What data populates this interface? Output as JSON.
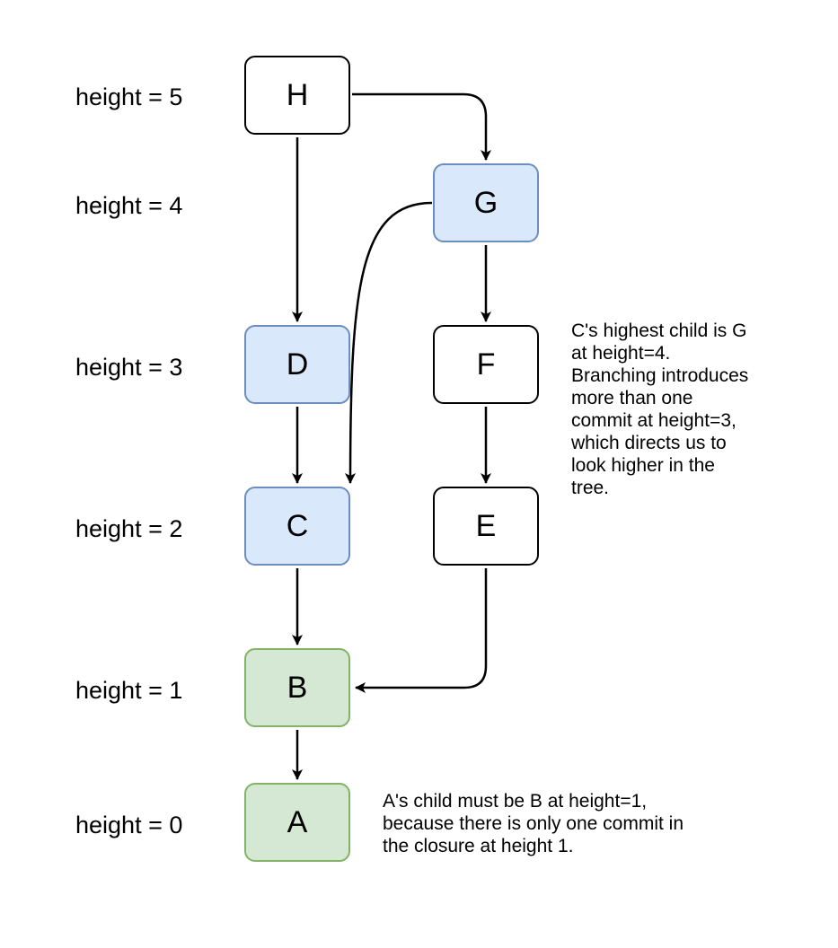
{
  "height_labels": [
    "height = 5",
    "height = 4",
    "height = 3",
    "height = 2",
    "height = 1",
    "height = 0"
  ],
  "nodes": {
    "H": {
      "label": "H",
      "fill": "#ffffff",
      "stroke": "#000000"
    },
    "G": {
      "label": "G",
      "fill": "#dae8fc",
      "stroke": "#6c8ebf"
    },
    "D": {
      "label": "D",
      "fill": "#dae8fc",
      "stroke": "#6c8ebf"
    },
    "F": {
      "label": "F",
      "fill": "#ffffff",
      "stroke": "#000000"
    },
    "C": {
      "label": "C",
      "fill": "#dae8fc",
      "stroke": "#6c8ebf"
    },
    "E": {
      "label": "E",
      "fill": "#ffffff",
      "stroke": "#000000"
    },
    "B": {
      "label": "B",
      "fill": "#d5e8d4",
      "stroke": "#82b366"
    },
    "A": {
      "label": "A",
      "fill": "#d5e8d4",
      "stroke": "#82b366"
    }
  },
  "edges": [
    {
      "from": "H",
      "to": "G"
    },
    {
      "from": "H",
      "to": "D"
    },
    {
      "from": "G",
      "to": "F"
    },
    {
      "from": "G",
      "to": "C"
    },
    {
      "from": "D",
      "to": "C"
    },
    {
      "from": "F",
      "to": "E"
    },
    {
      "from": "C",
      "to": "B"
    },
    {
      "from": "E",
      "to": "B"
    },
    {
      "from": "B",
      "to": "A"
    }
  ],
  "notes": {
    "c_note": "C's highest child is G\nat height=4.\nBranching introduces\nmore than one\ncommit at height=3,\nwhich directs us to\nlook higher in the\ntree.",
    "a_note": "A's child must be B at height=1,\nbecause there is only one commit in\nthe closure at height 1."
  }
}
